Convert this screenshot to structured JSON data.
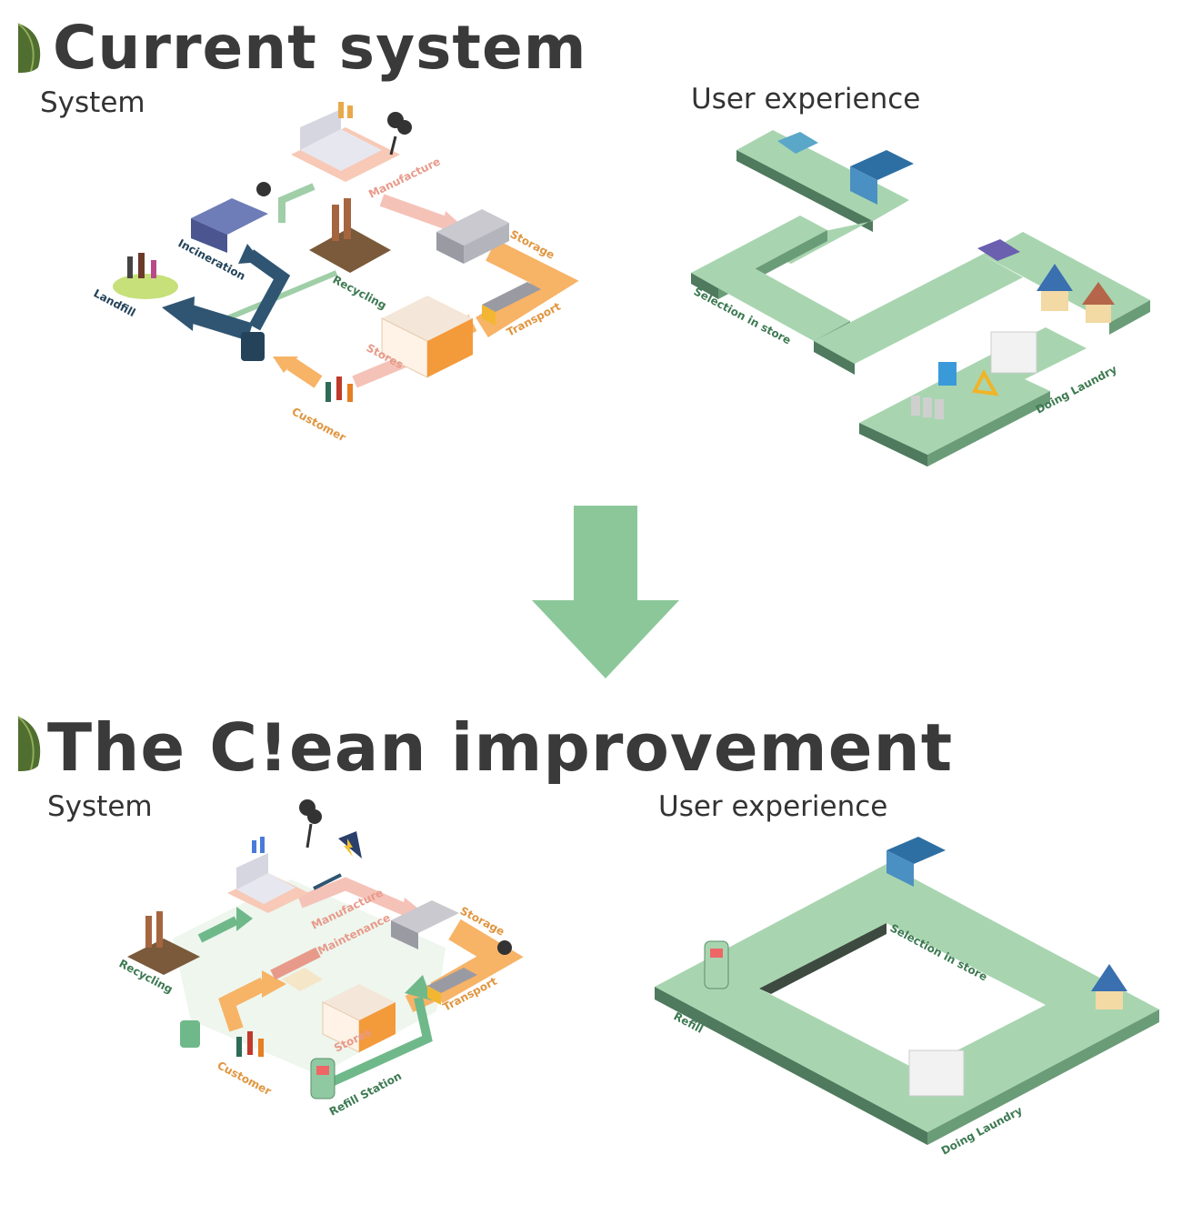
{
  "current": {
    "title": "Current system",
    "system_label": "System",
    "ux_label": "User experience",
    "system_labels": {
      "manufacture": "Manufacture",
      "storage": "Storage",
      "transport": "Transport",
      "stores": "Stores",
      "customer": "Customer",
      "recycling": "Recycling",
      "incineration": "Incineration",
      "landfill": "Landfill"
    },
    "ux_labels": {
      "selection": "Selection in store",
      "laundry": "Doing Laundry"
    }
  },
  "improved": {
    "title": "The C!ean improvement",
    "system_label": "System",
    "ux_label": "User experience",
    "system_labels": {
      "manufacture": "Manufacture",
      "storage": "Storage",
      "transport": "Transport",
      "maintenance": "Maintenance",
      "stores": "Stores",
      "customer": "Customer",
      "recycling": "Recycling",
      "refill_station": "Refill Station"
    },
    "ux_labels": {
      "selection": "Selection in store",
      "refill": "Refill",
      "laundry": "Doing Laundry"
    }
  },
  "colors": {
    "leaf": "#5a7a3a",
    "heading": "#3a3a3a",
    "down_arrow": "#8cc79a",
    "path_green": "#9fcea7",
    "path_side": "#4f7a5d",
    "orange_flow": "#f7b366",
    "pink_flow": "#f5c2b8",
    "green_flow": "#6fb88a",
    "navy_flow": "#2f5572",
    "label_pink": "#e89a8a",
    "label_orange": "#e0953f",
    "label_navy": "#24435a",
    "label_green": "#3d7a52"
  }
}
